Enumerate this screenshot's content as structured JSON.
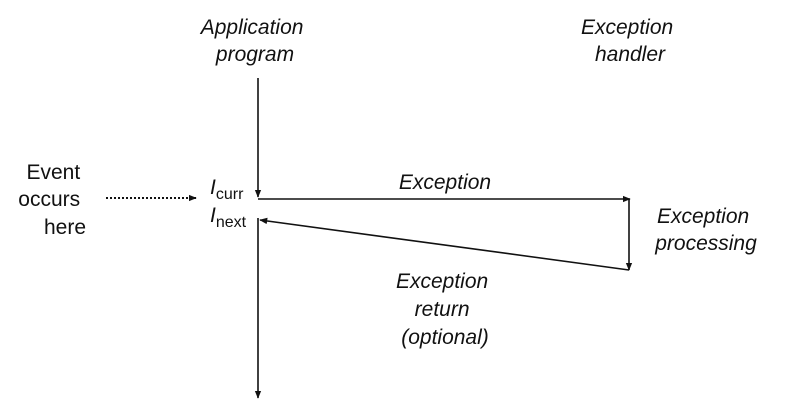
{
  "labels": {
    "application_program": [
      "Application",
      "program"
    ],
    "exception_handler": [
      "Exception",
      "handler"
    ],
    "event": [
      "Event",
      "occurs",
      "here"
    ],
    "exception": "Exception",
    "exception_processing": [
      "Exception",
      "processing"
    ],
    "exception_return": [
      "Exception",
      "return",
      "(optional)"
    ]
  },
  "pointers": {
    "current": {
      "symbol": "I",
      "subscript": "curr"
    },
    "next": {
      "symbol": "I",
      "subscript": "next"
    }
  },
  "colors": {
    "ink": "#111111",
    "background": "#ffffff"
  }
}
